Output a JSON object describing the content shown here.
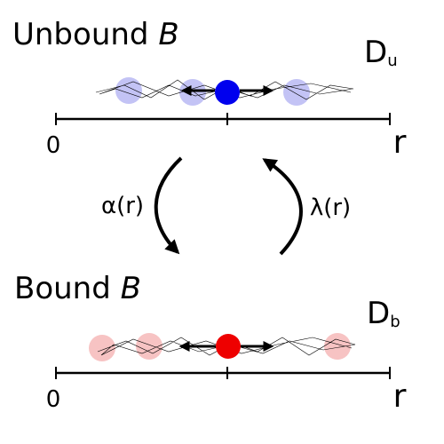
{
  "top": {
    "title_prefix": "Unbound ",
    "title_var": "B",
    "coeff_main": "D",
    "coeff_sub": "u",
    "axis_start": "0",
    "axis_end": "r",
    "color_active": "#0000ee",
    "color_ghost": "#c3c3f5"
  },
  "bottom": {
    "title_prefix": "Bound ",
    "title_var": "B",
    "coeff_main": "D",
    "coeff_sub": "b",
    "axis_start": "0",
    "axis_end": "r",
    "color_active": "#ee0000",
    "color_ghost": "#f7c3c3"
  },
  "transitions": {
    "left_label": "α(r)",
    "right_label": "λ(r)"
  }
}
